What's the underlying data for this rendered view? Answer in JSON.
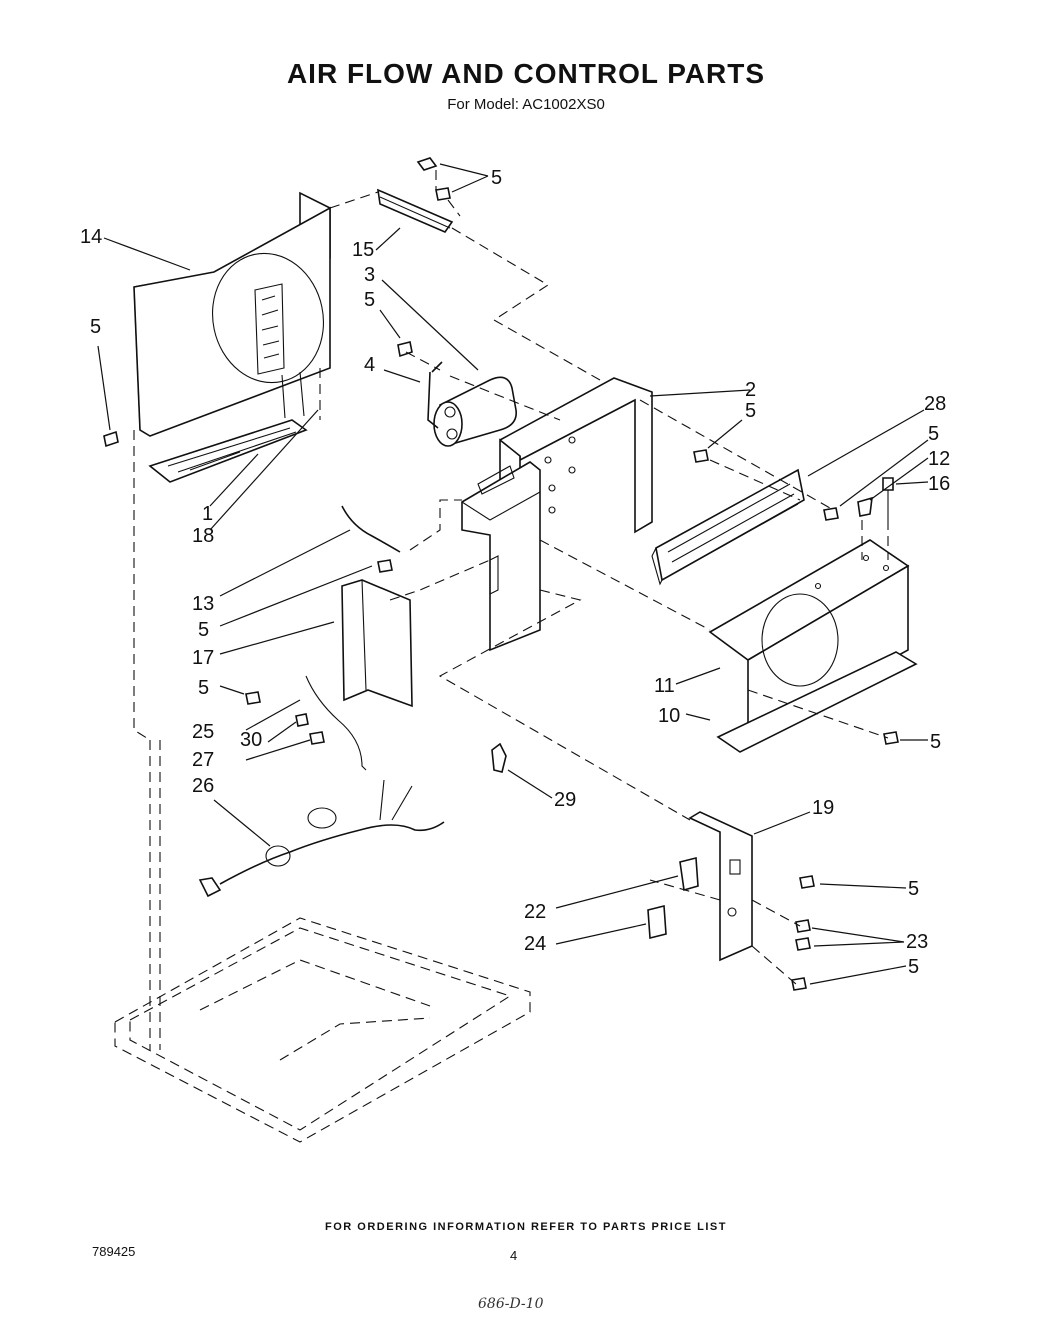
{
  "header": {
    "title": "AIR FLOW AND CONTROL PARTS",
    "subtitle": "For Model: AC1002XS0"
  },
  "footer": {
    "ordering_note": "FOR ORDERING INFORMATION REFER TO PARTS PRICE LIST",
    "document_number": "789425",
    "page_number": "4",
    "handwritten_note": "686-D-10"
  },
  "callouts": [
    {
      "id": "c5a",
      "text": "5"
    },
    {
      "id": "c14",
      "text": "14"
    },
    {
      "id": "c15",
      "text": "15"
    },
    {
      "id": "c3",
      "text": "3"
    },
    {
      "id": "c5b",
      "text": "5"
    },
    {
      "id": "c5c",
      "text": "5"
    },
    {
      "id": "c4",
      "text": "4"
    },
    {
      "id": "c2",
      "text": "2"
    },
    {
      "id": "c5d",
      "text": "5"
    },
    {
      "id": "c28",
      "text": "28"
    },
    {
      "id": "c5e",
      "text": "5"
    },
    {
      "id": "c12",
      "text": "12"
    },
    {
      "id": "c16",
      "text": "16"
    },
    {
      "id": "c1",
      "text": "1"
    },
    {
      "id": "c18",
      "text": "18"
    },
    {
      "id": "c13",
      "text": "13"
    },
    {
      "id": "c5f",
      "text": "5"
    },
    {
      "id": "c17",
      "text": "17"
    },
    {
      "id": "c5g",
      "text": "5"
    },
    {
      "id": "c11",
      "text": "11"
    },
    {
      "id": "c10",
      "text": "10"
    },
    {
      "id": "c5h",
      "text": "5"
    },
    {
      "id": "c25",
      "text": "25"
    },
    {
      "id": "c30",
      "text": "30"
    },
    {
      "id": "c27",
      "text": "27"
    },
    {
      "id": "c26",
      "text": "26"
    },
    {
      "id": "c29",
      "text": "29"
    },
    {
      "id": "c19",
      "text": "19"
    },
    {
      "id": "c5i",
      "text": "5"
    },
    {
      "id": "c22",
      "text": "22"
    },
    {
      "id": "c23",
      "text": "23"
    },
    {
      "id": "c24",
      "text": "24"
    },
    {
      "id": "c5j",
      "text": "5"
    }
  ]
}
